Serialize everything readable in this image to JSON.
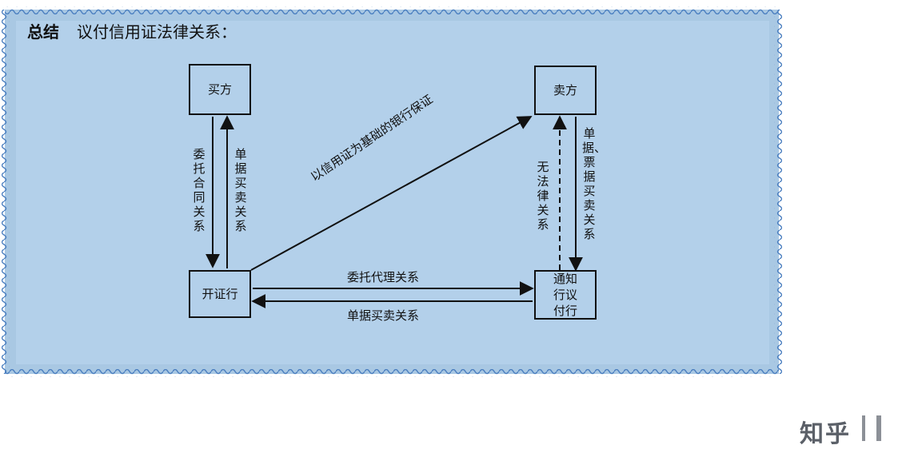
{
  "heading": {
    "bold": "总结",
    "title": "议付信用证法律关系："
  },
  "nodes": {
    "buyer": "买方",
    "seller": "卖方",
    "issuing_bank": "开证行",
    "notifying_bank": "通知行议付行"
  },
  "relations": {
    "buyer_to_issuer": "委托合同关系",
    "issuer_to_buyer": "单据买卖关系",
    "guarantee": "以信用证为基础的银行保证",
    "seller_bank_none": "无法律关系",
    "seller_bank_docs": "单据、票据买卖关系",
    "agency": "委托代理关系",
    "docs_trade": "单据买卖关系"
  },
  "watermark": "知乎",
  "colors": {
    "panel": "#b3d0ea",
    "border_wave": "#4b7fc0",
    "ink": "#111111"
  }
}
